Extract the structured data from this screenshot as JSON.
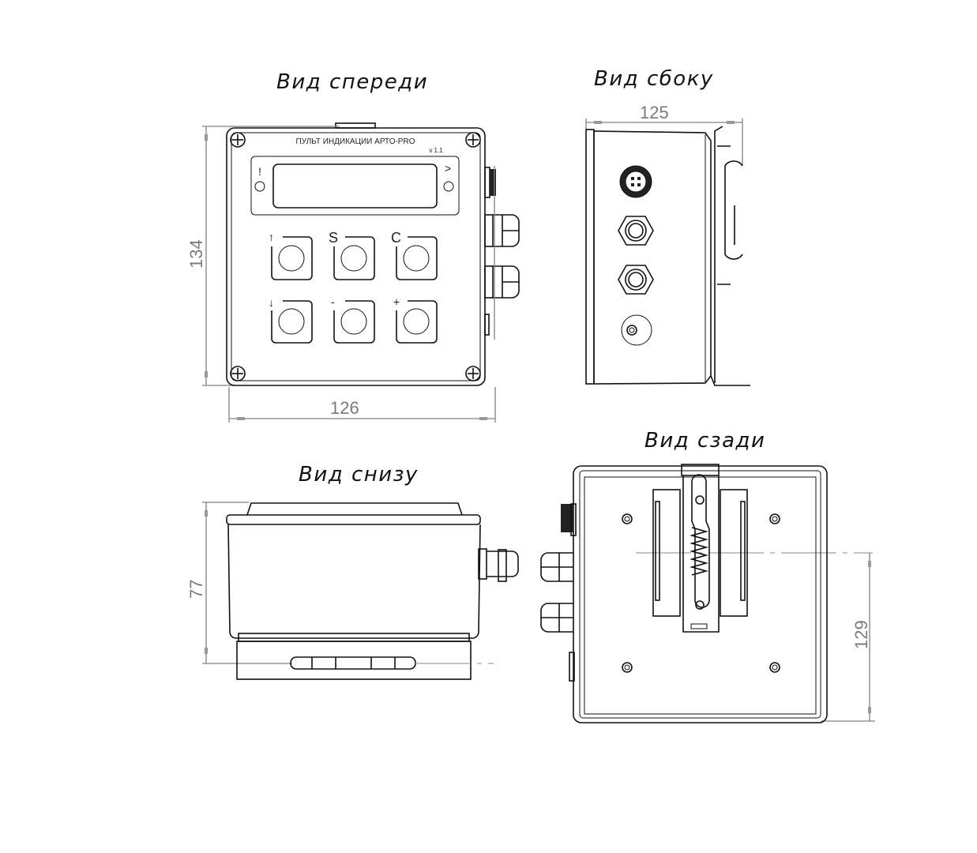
{
  "views": {
    "front": {
      "title": "Вид спереди",
      "width_dim": "126",
      "height_dim": "134"
    },
    "side": {
      "title": "Вид сбоку",
      "width_dim": "125"
    },
    "bottom": {
      "title": "Вид снизу",
      "height_dim": "77"
    },
    "rear": {
      "title": "Вид сзади",
      "height_dim": "129"
    }
  },
  "panel": {
    "label": "ПУЛЬТ ИНДИКАЦИИ АРТО-PRO",
    "version": "v 1.1",
    "indicator_left": "!",
    "indicator_right": ">",
    "buttons": [
      {
        "label": "↑"
      },
      {
        "label": "S"
      },
      {
        "label": "C"
      },
      {
        "label": "↓"
      },
      {
        "label": "-"
      },
      {
        "label": "+"
      }
    ]
  }
}
